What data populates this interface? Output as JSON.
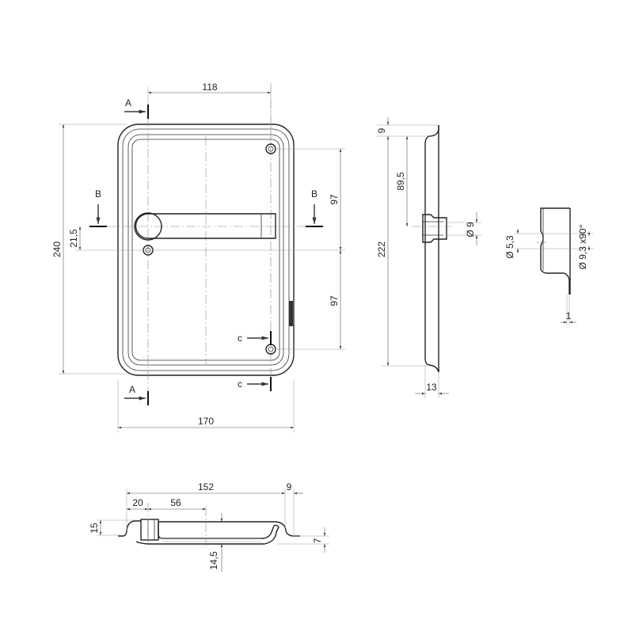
{
  "front_view": {
    "dims": {
      "d118": "118",
      "d170": "170",
      "d240": "240",
      "d21_5": "21,5",
      "d97_top": "97",
      "d97_bottom": "97"
    },
    "sections": {
      "a_top": "A",
      "a_bottom": "A",
      "b_left": "B",
      "b_right": "B",
      "c_top": "c",
      "c_bottom": "c"
    }
  },
  "side_view": {
    "dims": {
      "d9": "9",
      "d89_5": "89,5",
      "d222": "222",
      "dia9": "Ø 9",
      "d13": "13"
    }
  },
  "detail_view": {
    "dims": {
      "dia5_3": "Ø 5,3",
      "dia9_3": "Ø 9,3 x90°",
      "d1": "1"
    }
  },
  "bottom_view": {
    "dims": {
      "d152": "152",
      "d9": "9",
      "d20": "20",
      "d56": "56",
      "d15": "15",
      "d14_5": "14,5",
      "d7": "7"
    }
  }
}
